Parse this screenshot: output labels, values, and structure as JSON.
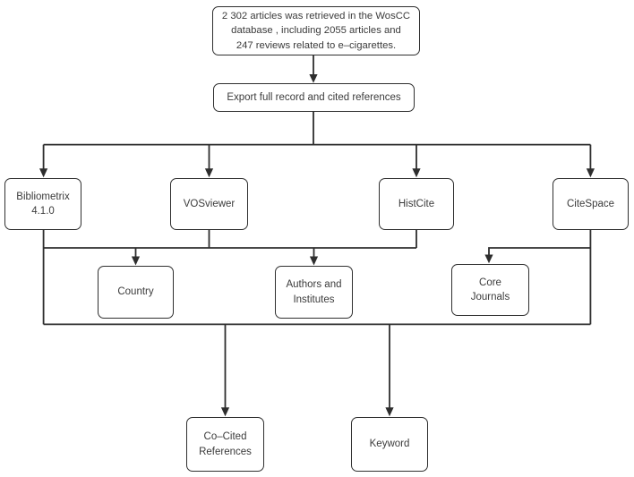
{
  "diagram": {
    "type": "flowchart",
    "background_color": "#ffffff",
    "line_color": "#2e2e2e",
    "box_fill_color": "#ffffff",
    "text_color": "#3b3b3b",
    "nodes": {
      "retrieval": {
        "label": "2 302 articles was retrieved in the WosCC\ndatabase , including 2055 articles and\n247 reviews related to e–cigarettes."
      },
      "export_record": {
        "label": "Export full record and cited references"
      },
      "bibliometrix": {
        "label": "Bibliometrix\n4.1.0"
      },
      "vosviewer": {
        "label": "VOSviewer"
      },
      "histcite": {
        "label": "HistCite"
      },
      "citespace": {
        "label": "CiteSpace"
      },
      "country": {
        "label": "Country"
      },
      "authors_institutes": {
        "label": "Authors and\nInstitutes"
      },
      "core_journals": {
        "label": "Core\nJournals"
      },
      "cocited_references": {
        "label": "Co–Cited\nReferences"
      },
      "keyword": {
        "label": "Keyword"
      }
    },
    "edges": [
      {
        "from": [
          "retrieval"
        ],
        "to": [
          "export_record"
        ]
      },
      {
        "from": [
          "export_record"
        ],
        "to": [
          "bibliometrix",
          "vosviewer",
          "histcite",
          "citespace"
        ]
      },
      {
        "from": [
          "bibliometrix",
          "vosviewer",
          "histcite"
        ],
        "to": [
          "country",
          "authors_institutes"
        ]
      },
      {
        "from": [
          "citespace"
        ],
        "to": [
          "core_journals"
        ]
      },
      {
        "from": [
          "bibliometrix",
          "citespace"
        ],
        "to": [
          "cocited_references",
          "keyword"
        ]
      }
    ]
  }
}
